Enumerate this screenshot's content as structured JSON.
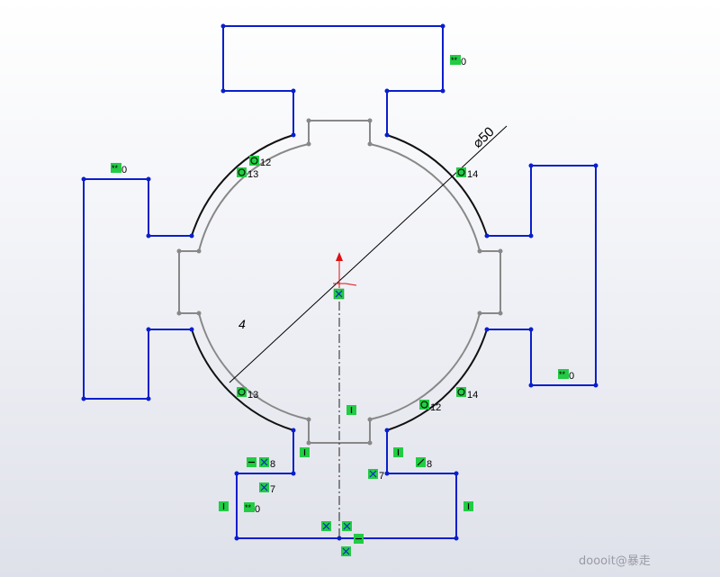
{
  "dimension": {
    "label": "⌀50"
  },
  "count_label": "4",
  "relation_labels": {
    "r_top_right": "0",
    "r_left": "0",
    "r_right": "0",
    "r_bottom_left": "0",
    "tan_tl": "12",
    "tan_tl2": "13",
    "tan_tr": "14",
    "tan_bl": "13",
    "tan_br1": "12",
    "tan_br2": "14",
    "r8a": "8",
    "r8b": "8",
    "r7a": "7",
    "r7b": "7"
  },
  "watermark": "doooit@暴走",
  "colors": {
    "sketch": "#0a1ecc",
    "construction": "#888888",
    "arc": "#111111",
    "relation_bg": "#22cc44",
    "origin": "#dd1111"
  }
}
